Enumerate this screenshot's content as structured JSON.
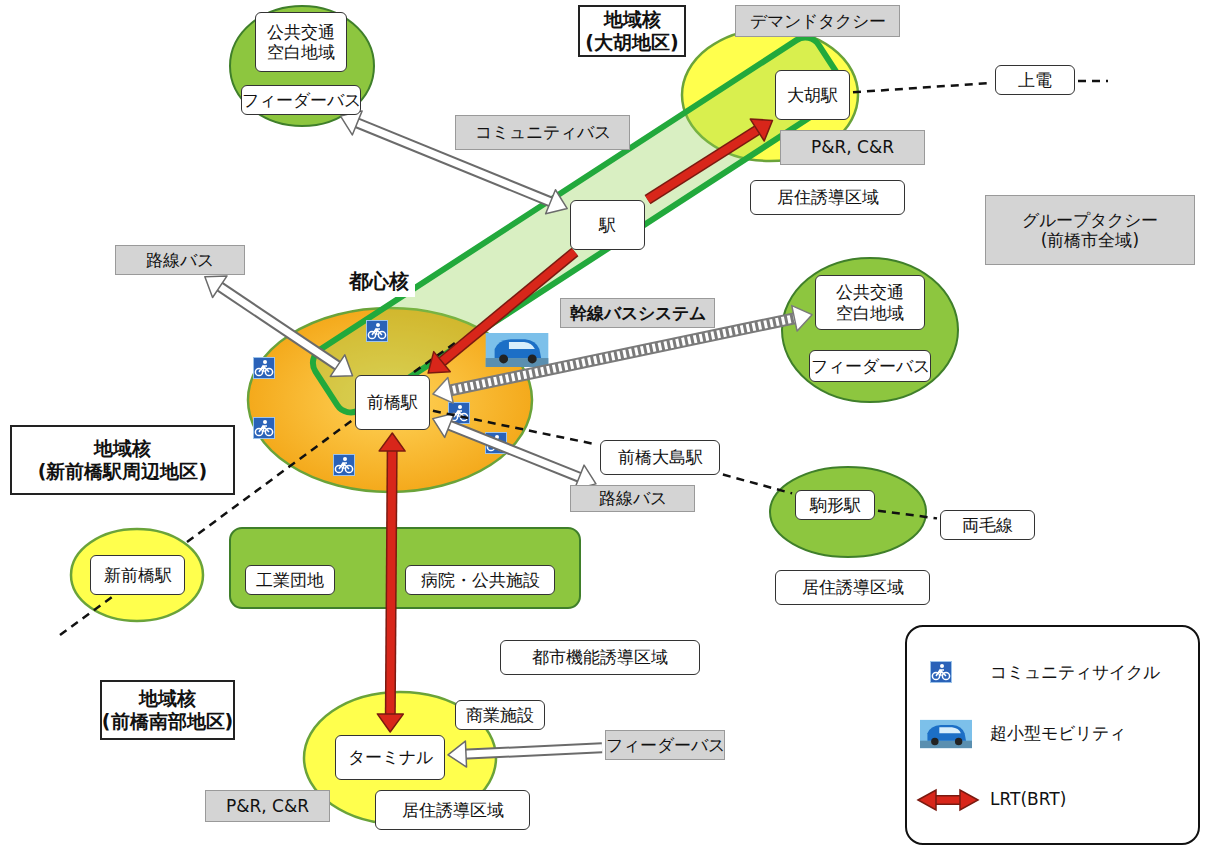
{
  "diagram": {
    "nodes": [
      {
        "text": [
          "公共交通 空白地域"
        ]
      },
      {
        "text": [
          "フィーダーバス"
        ]
      },
      {
        "text": [
          "地域核 (大胡地区)"
        ]
      },
      {
        "text": [
          "デマンドタクシー"
        ]
      },
      {
        "text": [
          "大胡駅"
        ]
      },
      {
        "text": [
          "上電"
        ]
      },
      {
        "text": [
          "コミュニティバス"
        ]
      },
      {
        "text": [
          "P&R, C&R"
        ]
      },
      {
        "text": [
          "居住誘導区域"
        ]
      },
      {
        "text": [
          "駅"
        ]
      },
      {
        "text": [
          "グループタクシー (前橋市全域)"
        ]
      },
      {
        "text": [
          "路線バス"
        ]
      },
      {
        "text": [
          "公共交通 空白地域"
        ]
      },
      {
        "text": [
          "フィーダーバス"
        ]
      },
      {
        "text": [
          "幹線バスシステム"
        ]
      },
      {
        "text": [
          "前橋駅"
        ]
      },
      {
        "text": [
          "前橋大島駅"
        ]
      },
      {
        "text": [
          "地域核 (新前橋駅周辺地区)"
        ]
      },
      {
        "text": [
          "駒形駅"
        ]
      },
      {
        "text": [
          "両毛線"
        ]
      },
      {
        "text": [
          "路線バス"
        ]
      },
      {
        "text": [
          "新前橋駅"
        ]
      },
      {
        "text": [
          "居住誘導区域"
        ]
      },
      {
        "text": [
          "工業団地"
        ]
      },
      {
        "text": [
          "病院・公共施設"
        ]
      },
      {
        "text": [
          "都市機能誘導区域"
        ]
      },
      {
        "text": [
          "地域核 (前橋南部地区)"
        ]
      },
      {
        "text": [
          "商業施設"
        ]
      },
      {
        "text": [
          "ターミナル"
        ]
      },
      {
        "text": [
          "フィーダーバス"
        ]
      },
      {
        "text": [
          "P&R, C&R"
        ]
      },
      {
        "text": [
          "居住誘導区域"
        ]
      }
    ],
    "edges": [
      {
        "from": 9,
        "to": 15,
        "arrow": "to"
      },
      {
        "from": 9,
        "to": 4,
        "arrow": "to"
      },
      {
        "from": 9,
        "to": 1,
        "arrow": "both"
      },
      {
        "from": 15,
        "to": 11,
        "arrow": "both"
      },
      {
        "from": 15,
        "to": 12,
        "arrow": "both"
      },
      {
        "from": 15,
        "to": 20,
        "arrow": "both"
      },
      {
        "from": 15,
        "to": 28,
        "arrow": "both"
      },
      {
        "from": 29,
        "to": 28,
        "arrow": "to"
      },
      {
        "from": 4,
        "to": 5,
        "arrow": "none"
      },
      {
        "from": 15,
        "to": 16,
        "arrow": "none"
      },
      {
        "from": 16,
        "to": 18,
        "arrow": "none"
      },
      {
        "from": 18,
        "to": 19,
        "arrow": "none"
      }
    ],
    "labels": [
      "都心核"
    ],
    "legend": [
      {
        "text": "コミュニティサイクル"
      },
      {
        "text": "超小型モビリティ"
      },
      {
        "text": "LRT(BRT)"
      }
    ]
  }
}
